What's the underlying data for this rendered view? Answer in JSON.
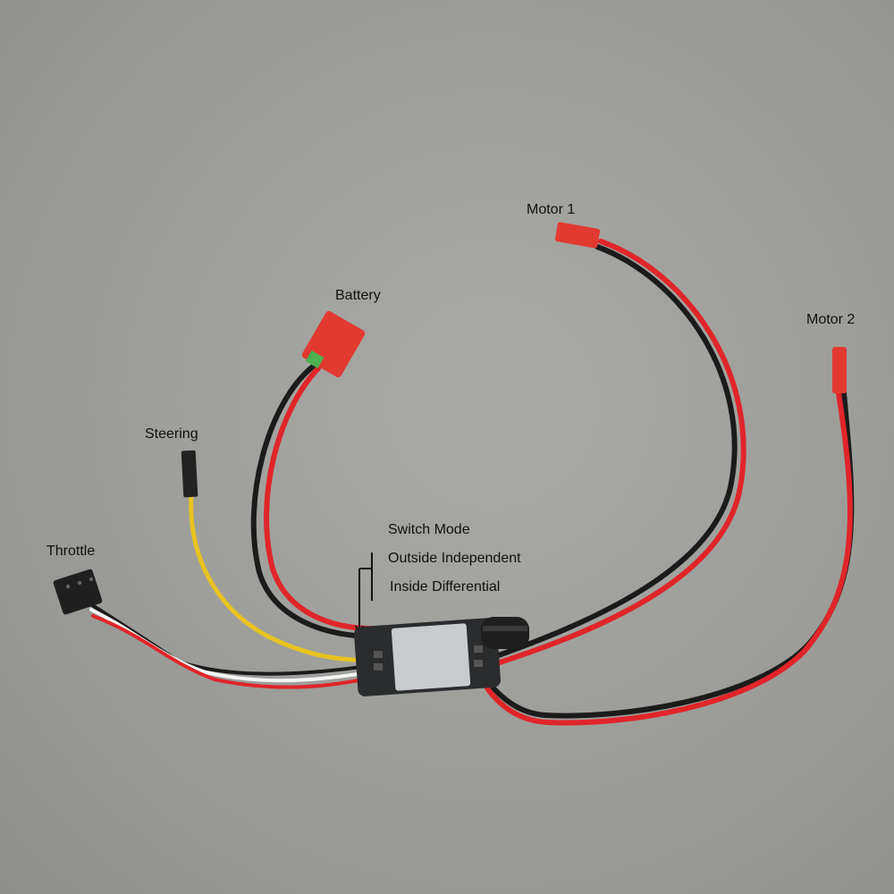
{
  "labels": {
    "motor1": "Motor 1",
    "motor2": "Motor 2",
    "battery": "Battery",
    "steering": "Steering",
    "throttle": "Throttle",
    "switch_mode": "Switch Mode",
    "outside_independent": "Outside Independent",
    "inside_differential": "Inside Differential"
  },
  "colors": {
    "background": "#9c9d99",
    "wire_red": "#e0252a",
    "wire_black": "#1b1b1b",
    "wire_yellow": "#e8c320",
    "wire_white": "#f4f4f4",
    "connector_red": "#e23a30",
    "pcb": "#2a2c2e",
    "heatsink": "#c9ccce"
  }
}
